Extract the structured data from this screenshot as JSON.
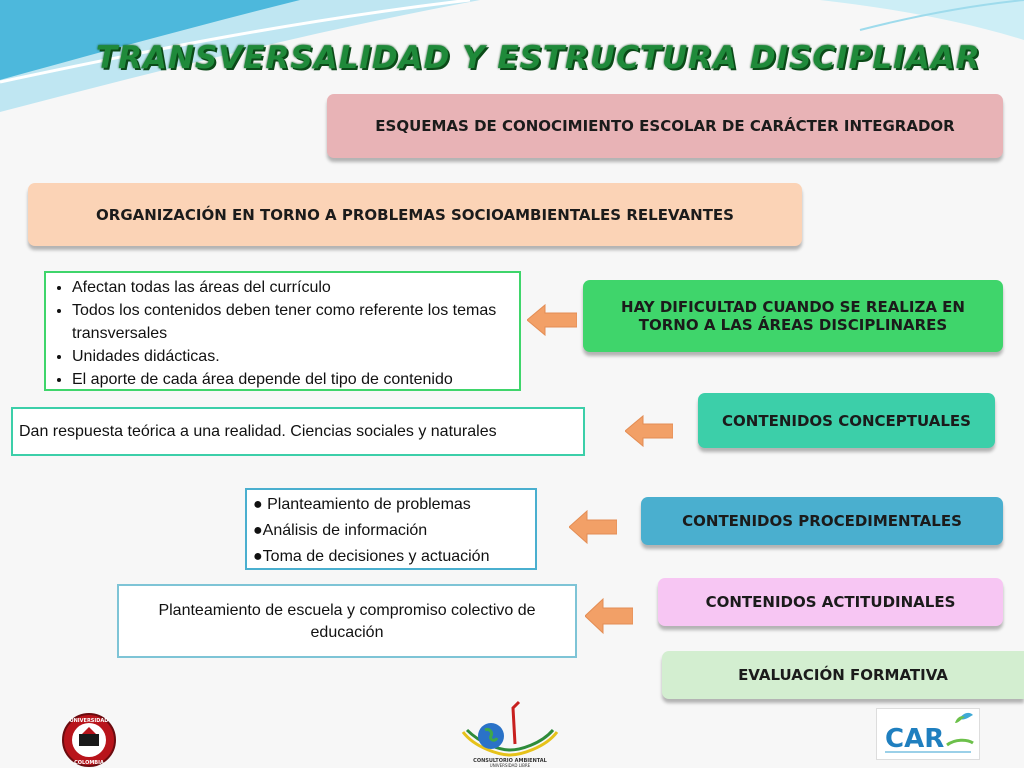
{
  "title": "TRANSVERSALIDAD Y ESTRUCTURA DISCIPLIAAR",
  "boxes": {
    "esquemas": "ESQUEMAS DE CONOCIMIENTO ESCOLAR DE CARÁCTER INTEGRADOR",
    "organizacion": "ORGANIZACIÓN EN TORNO A PROBLEMAS SOCIOAMBIENTALES RELEVANTES",
    "dificultad_line1": "HAY DIFICULTAD CUANDO SE REALIZA EN",
    "dificultad_line2": "TORNO A LAS ÁREAS DISCIPLINARES",
    "conceptuales": "CONTENIDOS CONCEPTUALES",
    "procedimentales": "CONTENIDOS PROCEDIMENTALES",
    "actitudinales": "CONTENIDOS ACTITUDINALES",
    "evaluacion": "EVALUACIÓN FORMATIVA"
  },
  "dificultad_list": [
    "Afectan todas las áreas del currículo",
    "Todos los contenidos deben tener como referente los temas transversales",
    "Unidades didácticas.",
    "El aporte de cada área depende del tipo de contenido"
  ],
  "conceptuales_text": "Dan  respuesta teórica a una realidad. Ciencias sociales y naturales",
  "procedimentales_list": [
    "● Planteamiento de problemas",
    "●Análisis de información",
    "●Toma de decisiones y actuación"
  ],
  "actitudinales_text": "Planteamiento de escuela y compromiso colectivo de educación",
  "logos": {
    "left": "UNIVERSIDAD LIBRE COLOMBIA",
    "center": "CONSULTORIO AMBIENTAL UNIVERSIDAD LIBRE",
    "right": "CAR"
  },
  "colors": {
    "title": "#1f8a3a",
    "esquemas": "#e8b3b6",
    "organizacion": "#fbd3b6",
    "dificultad": "#3fd56b",
    "conceptuales": "#3ccfa9",
    "procedimentales": "#4aafcf",
    "actitudinales": "#f7c6f3",
    "evaluacion": "#d3eed0",
    "arrow": "#f2a067"
  }
}
